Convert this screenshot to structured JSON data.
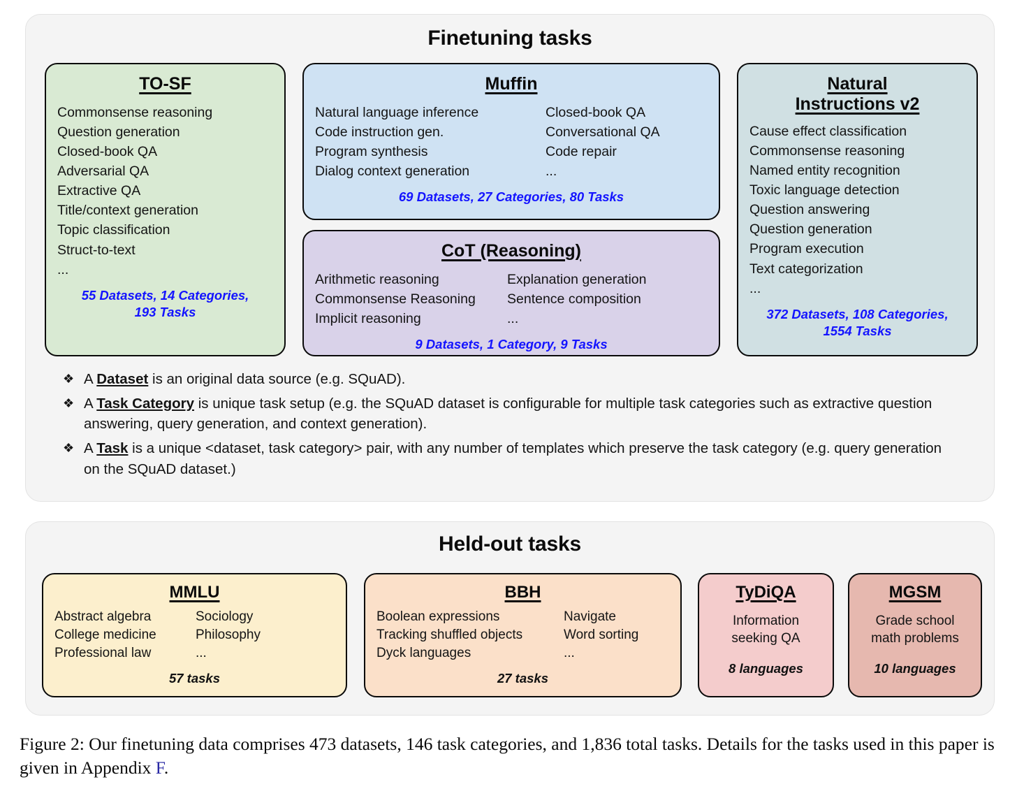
{
  "finetuning": {
    "title": "Finetuning tasks",
    "cards": [
      {
        "name": "t0sf",
        "title": "TO-SF",
        "color": "#d9ead3",
        "left_items": [
          "Commonsense reasoning",
          "Question generation",
          "Closed-book QA",
          "Adversarial QA",
          "Extractive QA",
          "Title/context generation",
          "Topic classification",
          "Struct-to-text",
          "..."
        ],
        "right_items": [],
        "stat": "55 Datasets, 14 Categories, 193 Tasks",
        "stat_line1": "55 Datasets, 14 Categories,",
        "stat_line2": "193 Tasks"
      },
      {
        "name": "muffin",
        "title": "Muffin",
        "color": "#cfe2f3",
        "left_items": [
          "Natural language inference",
          "Code instruction gen.",
          "Program synthesis",
          "Dialog context generation"
        ],
        "right_items": [
          "Closed-book QA",
          "Conversational QA",
          "Code repair",
          "..."
        ],
        "stat": "69 Datasets, 27 Categories, 80 Tasks"
      },
      {
        "name": "cot",
        "title": "CoT (Reasoning)",
        "color": "#d9d2e9",
        "left_items": [
          "Arithmetic reasoning",
          "Commonsense Reasoning",
          "Implicit reasoning"
        ],
        "right_items": [
          "Explanation generation",
          "Sentence composition",
          "..."
        ],
        "stat": "9 Datasets, 1 Category, 9 Tasks"
      },
      {
        "name": "natural-instructions-v2",
        "title_line1": "Natural",
        "title_line2": "Instructions v2",
        "color": "#d0e0e3",
        "left_items": [
          "Cause effect classification",
          "Commonsense reasoning",
          "Named entity recognition",
          "Toxic language detection",
          "Question answering",
          "Question generation",
          "Program execution",
          "Text categorization",
          "..."
        ],
        "right_items": [],
        "stat_line1": "372 Datasets, 108 Categories,",
        "stat_line2": "1554 Tasks"
      }
    ],
    "definitions": [
      {
        "bullet": "❖",
        "prefix": "A ",
        "term": "Dataset",
        "suffix": " is an original data source (e.g. SQuAD)."
      },
      {
        "bullet": "❖",
        "prefix": "A ",
        "term": "Task Category",
        "suffix": " is unique task setup (e.g. the SQuAD dataset is configurable for multiple task categories such as extractive question answering, query generation, and context generation)."
      },
      {
        "bullet": "❖",
        "prefix": "A ",
        "term": "Task",
        "suffix": " is a unique <dataset, task category> pair, with any number of templates which preserve the task category (e.g. query generation on the SQuAD dataset.)"
      }
    ]
  },
  "heldout": {
    "title": "Held-out tasks",
    "cards": [
      {
        "name": "mmlu",
        "title": "MMLU",
        "color": "#fcefcd",
        "left_items": [
          "Abstract algebra",
          "College medicine",
          "Professional law"
        ],
        "right_items": [
          "Sociology",
          "Philosophy",
          "..."
        ],
        "stat": "57 tasks"
      },
      {
        "name": "bbh",
        "title": "BBH",
        "color": "#fbe0c9",
        "left_items": [
          "Boolean expressions",
          "Tracking shuffled objects",
          "Dyck languages"
        ],
        "right_items": [
          "Navigate",
          "Word sorting",
          "..."
        ],
        "stat": "27 tasks"
      },
      {
        "name": "tydiqa",
        "title": "TyDiQA",
        "color": "#f4cccc",
        "desc_line1": "Information",
        "desc_line2": "seeking QA",
        "stat": "8 languages"
      },
      {
        "name": "mgsm",
        "title": "MGSM",
        "color": "#e6b8af",
        "desc_line1": "Grade school",
        "desc_line2": "math problems",
        "stat": "10 languages"
      }
    ]
  },
  "caption": {
    "before_link": "Figure 2: Our finetuning data comprises 473 datasets, 146 task categories, and 1,836 total tasks. Details for the tasks used in this paper is given in Appendix ",
    "link": "F",
    "after_link": "."
  },
  "colors": {
    "stat_blue": "#1414ff",
    "panel_background": "#f4f4f4",
    "page_background": "#ffffff",
    "card_border": "#0a0a0a",
    "link": "#2a2aa5"
  }
}
